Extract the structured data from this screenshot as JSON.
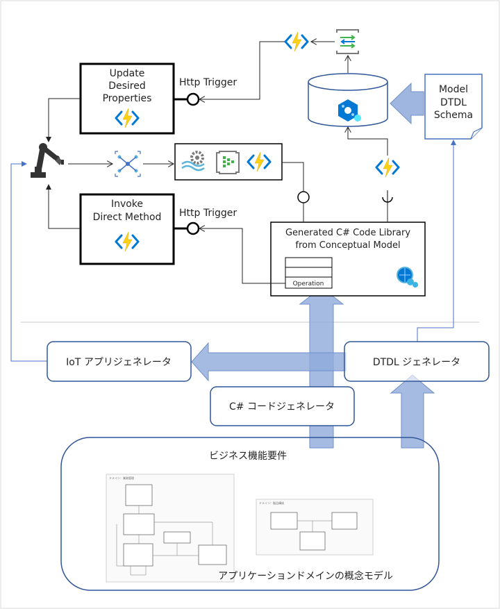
{
  "functions": {
    "update": {
      "lines": [
        "Update",
        "Desired",
        "Properties"
      ]
    },
    "invoke": {
      "lines": [
        "Invoke",
        "Direct Method"
      ]
    }
  },
  "triggers": {
    "top": "Http Trigger",
    "bottom": "Http Trigger"
  },
  "schema": {
    "lines": [
      "Model",
      "DTDL",
      "Schema"
    ]
  },
  "library": {
    "lines": [
      "Generated C# Code Library",
      "from Conceptual Model"
    ],
    "operation": "Operation"
  },
  "generators": {
    "iot": "IoT アプリジェネレータ",
    "dtdl": "DTDL ジェネレータ",
    "csharp": "C# コードジェネレータ"
  },
  "business": {
    "title": "ビジネス機能要件",
    "caption": "アプリケーションドメインの概念モデル"
  },
  "thumbnails": {
    "left_header": "ドメイン：業務管理",
    "right_header": "ドメイン：製品構成"
  },
  "colors": {
    "accent_blue": "#4472c4",
    "arrow_fill": "#8eaadb",
    "func_yellow": "#fcd116",
    "func_blue": "#0078d4",
    "border": "#000000"
  }
}
